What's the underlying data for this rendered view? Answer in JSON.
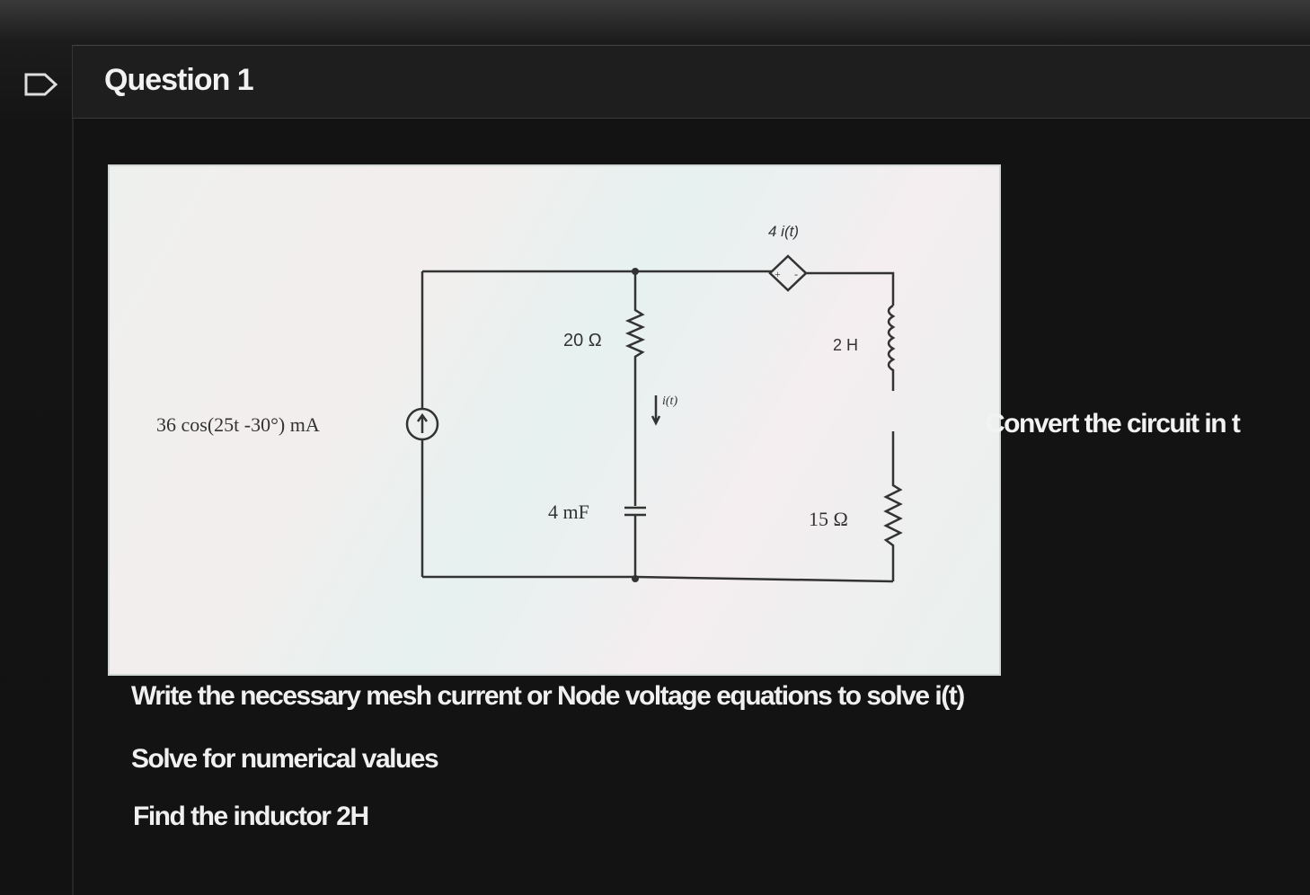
{
  "question": {
    "title": "Question 1",
    "flag_icon": "flag-icon"
  },
  "circuit": {
    "source_label": "36 cos(25t -30°) mA",
    "resistor1_label": "20 Ω",
    "capacitor_label": "4 mF",
    "current_label": "i(t)",
    "dependent_source_label": "4 i(t)",
    "dependent_plus": "+",
    "dependent_minus": "-",
    "inductor_label": "2 H",
    "resistor2_label": "15 Ω"
  },
  "text": {
    "side": "Convert the circuit in t",
    "line1": "Write the necessary mesh current or Node voltage equations to solve i(t)",
    "line2": "Solve for numerical values",
    "line3": "Find the inductor 2H"
  }
}
